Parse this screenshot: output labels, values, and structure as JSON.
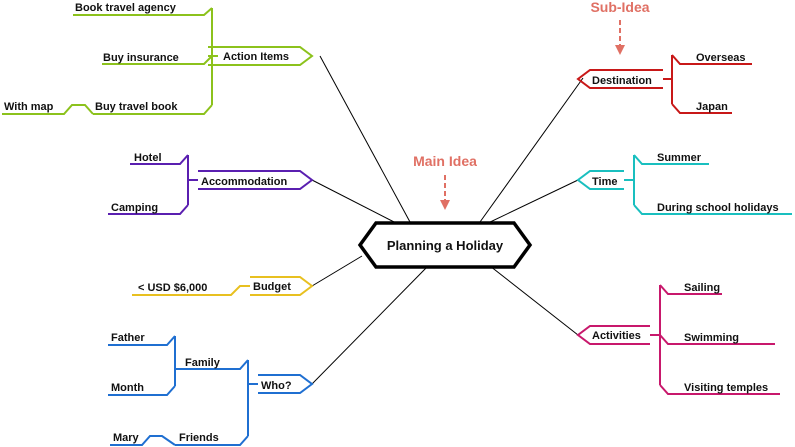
{
  "center": {
    "label": "Planning a Holiday"
  },
  "annotations": {
    "main": {
      "label": "Main Idea",
      "color": "#e07064"
    },
    "sub": {
      "label": "Sub-Idea",
      "color": "#e07064"
    }
  },
  "branches": {
    "action_items": {
      "label": "Action Items",
      "color": "#8cc21c",
      "children": {
        "book_agency": "Book travel agency",
        "buy_insurance": "Buy insurance",
        "buy_book": "Buy travel book",
        "with_map": "With map"
      }
    },
    "accommodation": {
      "label": "Accommodation",
      "color": "#5a1fb0",
      "children": {
        "hotel": "Hotel",
        "camping": "Camping"
      }
    },
    "budget": {
      "label": "Budget",
      "color": "#e8c020",
      "children": {
        "amount": "< USD $6,000"
      }
    },
    "who": {
      "label": "Who?",
      "color": "#1f6fd1",
      "children": {
        "family": "Family",
        "friends": "Friends",
        "father": "Father",
        "month": "Month",
        "mary": "Mary"
      }
    },
    "destination": {
      "label": "Destination",
      "color": "#c81818",
      "children": {
        "overseas": "Overseas",
        "japan": "Japan"
      }
    },
    "time": {
      "label": "Time",
      "color": "#19bfbf",
      "children": {
        "summer": "Summer",
        "school_holidays": "During school holidays"
      }
    },
    "activities": {
      "label": "Activities",
      "color": "#c8186c",
      "children": {
        "sailing": "Sailing",
        "swimming": "Swimming",
        "temples": "Visiting temples"
      }
    }
  }
}
